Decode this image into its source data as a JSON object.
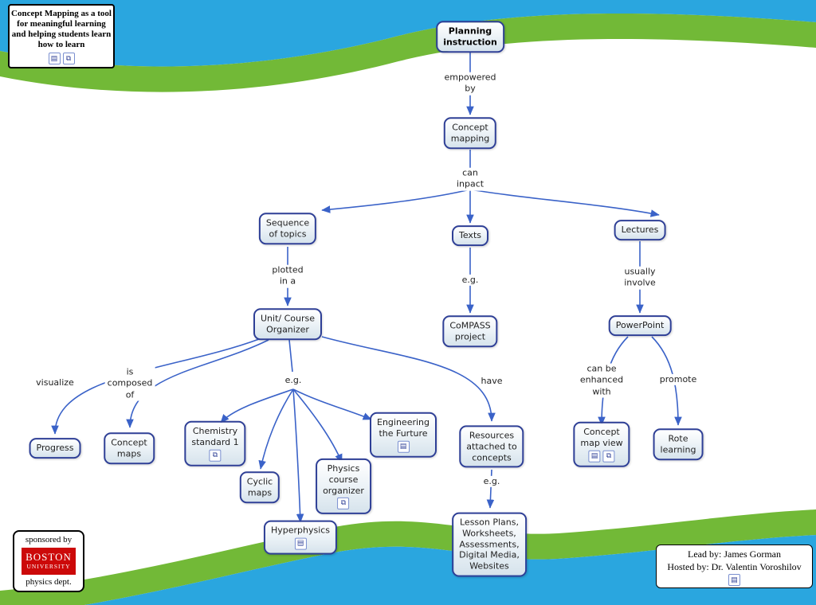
{
  "title_box": {
    "text": "Concept Mapping as a tool for meaningful learning and helping students learn how to learn"
  },
  "nodes": {
    "planning": {
      "text": "Planning\ninstruction"
    },
    "concept_mapping": {
      "text": "Concept\nmapping"
    },
    "sequence": {
      "text": "Sequence\nof topics"
    },
    "texts": {
      "text": "Texts"
    },
    "lectures": {
      "text": "Lectures"
    },
    "unit_course": {
      "text": "Unit/ Course\nOrganizer"
    },
    "compass": {
      "text": "CoMPASS\nproject"
    },
    "powerpoint": {
      "text": "PowerPoint"
    },
    "progress": {
      "text": "Progress"
    },
    "concept_maps": {
      "text": "Concept\nmaps"
    },
    "chemistry": {
      "text": "Chemistry\nstandard 1"
    },
    "cyclic": {
      "text": "Cyclic\nmaps"
    },
    "physics_course": {
      "text": "Physics\ncourse\norganizer"
    },
    "hyperphysics": {
      "text": "Hyperphysics"
    },
    "engineering": {
      "text": "Engineering\nthe Furture"
    },
    "resources": {
      "text": "Resources\nattached to\nconcepts"
    },
    "lesson_plans": {
      "text": "Lesson Plans,\nWorksheets,\nAssessments,\nDigital Media,\nWebsites"
    },
    "concept_map_view": {
      "text": "Concept\nmap view"
    },
    "rote": {
      "text": "Rote\nlearning"
    }
  },
  "labels": {
    "empowered_by": {
      "text": "empowered\nby"
    },
    "can_inpact": {
      "text": "can\ninpact"
    },
    "plotted_in_a": {
      "text": "plotted\nin a"
    },
    "eg_texts": {
      "text": "e.g."
    },
    "usually_involve": {
      "text": "usually\ninvolve"
    },
    "visualize": {
      "text": "visualize"
    },
    "is_composed_of": {
      "text": "is\ncomposed\nof"
    },
    "eg_unit": {
      "text": "e.g."
    },
    "have": {
      "text": "have"
    },
    "can_be_enhanced_with": {
      "text": "can be\nenhanced\nwith"
    },
    "promote": {
      "text": "promote"
    },
    "eg_resources": {
      "text": "e.g."
    }
  },
  "sponsor": {
    "line1": "sponsored by",
    "logo_line1": "BOSTON",
    "logo_line2": "UNIVERSITY",
    "line2": "physics dept."
  },
  "credits": {
    "line1": "Lead by: James Gorman",
    "line2": "Hosted by: Dr. Valentin Voroshilov"
  },
  "icons": {
    "document": "▤",
    "cmap": "⧉"
  },
  "colors": {
    "background_blue": "#2aa6df",
    "wave_green": "#72b937",
    "node_border": "#2e3f96",
    "line_blue": "#3a62c8",
    "bu_red": "#cc0909"
  }
}
